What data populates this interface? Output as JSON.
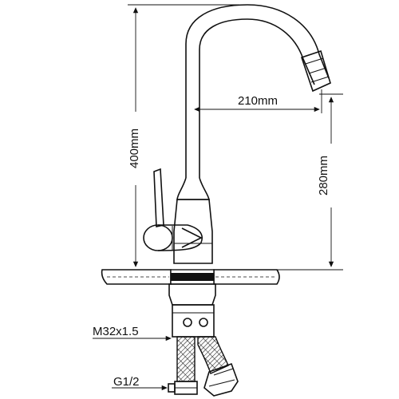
{
  "dimensions": {
    "height_total": "400mm",
    "spout_reach": "210mm",
    "spout_height": "280mm",
    "thread_shank": "M32x1.5",
    "hose_thread": "G1/2"
  },
  "icons": {
    "faucet": "faucet-line-drawing",
    "hose": "braided-hose"
  },
  "colors": {
    "line": "#111111",
    "background": "#ffffff"
  }
}
